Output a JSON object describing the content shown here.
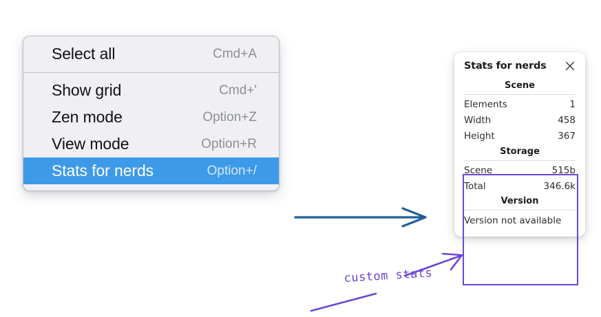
{
  "colors": {
    "menu_bg": "#f0f0f2",
    "menu_border": "#b9c0c9",
    "menu_highlight": "#3d9ae8",
    "annotation_purple": "#6b45d4",
    "annotation_blue": "#1f6099",
    "panel_bg": "#ffffff",
    "page_bg": "#ffffff"
  },
  "context_menu": {
    "groups": [
      {
        "items": [
          {
            "label": "Select all",
            "shortcut": "Cmd+A",
            "selected": false,
            "name": "menu-item-select-all"
          }
        ]
      },
      {
        "items": [
          {
            "label": "Show grid",
            "shortcut": "Cmd+'",
            "selected": false,
            "name": "menu-item-show-grid"
          },
          {
            "label": "Zen mode",
            "shortcut": "Option+Z",
            "selected": false,
            "name": "menu-item-zen-mode"
          },
          {
            "label": "View mode",
            "shortcut": "Option+R",
            "selected": false,
            "name": "menu-item-view-mode"
          },
          {
            "label": "Stats for nerds",
            "shortcut": "Option+/",
            "selected": true,
            "name": "menu-item-stats-for-nerds"
          }
        ]
      }
    ]
  },
  "stats_panel": {
    "title": "Stats for nerds",
    "close_icon": "close-icon",
    "sections": [
      {
        "name": "scene",
        "heading": "Scene",
        "rows": [
          {
            "key": "Elements",
            "value": "1"
          },
          {
            "key": "Width",
            "value": "458"
          },
          {
            "key": "Height",
            "value": "367"
          }
        ]
      },
      {
        "name": "storage",
        "heading": "Storage",
        "rows": [
          {
            "key": "Scene",
            "value": "515b"
          },
          {
            "key": "Total",
            "value": "346.6k"
          }
        ]
      },
      {
        "name": "version",
        "heading": "Version",
        "rows": [],
        "full_text": "Version not available"
      }
    ]
  },
  "annotations": {
    "custom_stats_label": "custom stats",
    "blue_arrow_name": "blue-arrow-icon",
    "purple_arrow_name": "purple-arrow-icon",
    "purple_underline_name": "purple-underline-icon",
    "highlight_box_name": "custom-stats-highlight-box"
  }
}
